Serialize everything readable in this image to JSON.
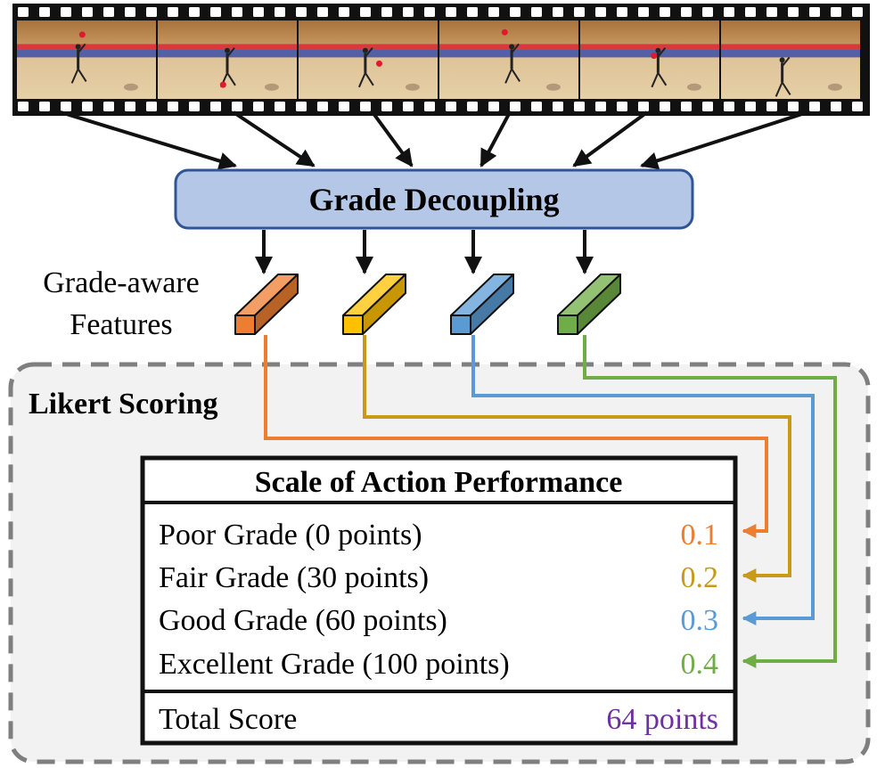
{
  "decoupling": {
    "label": "Grade Decoupling"
  },
  "features_label": {
    "line1": "Grade-aware",
    "line2": "Features"
  },
  "likert": {
    "title": "Likert Scoring"
  },
  "scale_table": {
    "header": "Scale of Action Performance",
    "rows": [
      {
        "label": "Poor Grade (0 points)",
        "value": "0.1",
        "color": "#ED7D31"
      },
      {
        "label": "Fair Grade (30 points)",
        "value": "0.2",
        "color": "#C9991A"
      },
      {
        "label": "Good Grade (60 points)",
        "value": "0.3",
        "color": "#5B9BD5"
      },
      {
        "label": "Excellent Grade (100 points)",
        "value": "0.4",
        "color": "#70AD47"
      }
    ],
    "total_label": "Total Score",
    "total_value": "64 points",
    "total_color": "#7030A0"
  },
  "features": [
    {
      "name": "poor-grade-feature",
      "color": "#ED7D31"
    },
    {
      "name": "fair-grade-feature",
      "color": "#FFC000"
    },
    {
      "name": "good-grade-feature",
      "color": "#5B9BD5"
    },
    {
      "name": "excellent-grade-feature",
      "color": "#70AD47"
    }
  ],
  "film": {
    "frame_count": 6,
    "icon": "gymnast-video-frame"
  }
}
